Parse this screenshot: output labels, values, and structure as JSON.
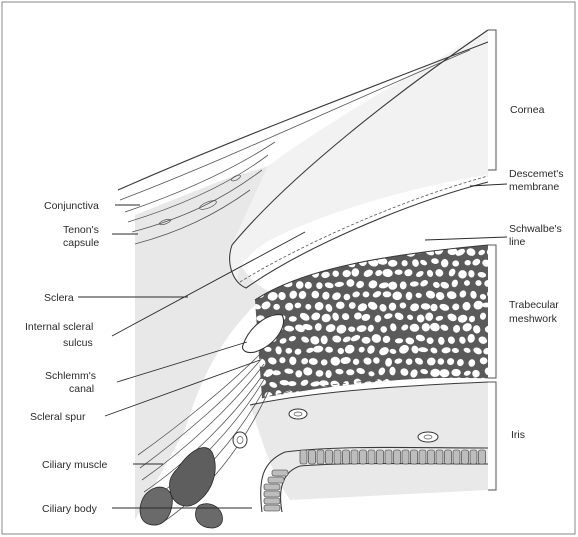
{
  "labels_left": {
    "conjunctiva": "Conjunctiva",
    "tenons_line1": "Tenon's",
    "tenons_line2": "capsule",
    "sclera": "Sclera",
    "internal_sulcus_line1": "Internal scleral",
    "internal_sulcus_line2": "sulcus",
    "schlemm_line1": "Schlemm's",
    "schlemm_line2": "canal",
    "scleral_spur": "Scleral spur",
    "ciliary_muscle": "Ciliary muscle",
    "ciliary_body": "Ciliary body"
  },
  "labels_right": {
    "cornea": "Cornea",
    "descemet_line1": "Descemet's",
    "descemet_line2": "membrane",
    "schwalbe_line1": "Schwalbe's",
    "schwalbe_line2": "line",
    "trabecular_line1": "Trabecular",
    "trabecular_line2": "meshwork",
    "iris": "Iris"
  },
  "colors": {
    "tissue_shade": "#e6e6e6",
    "mesh_dark": "#5a5a5a",
    "ink": "#2a2a2a"
  }
}
